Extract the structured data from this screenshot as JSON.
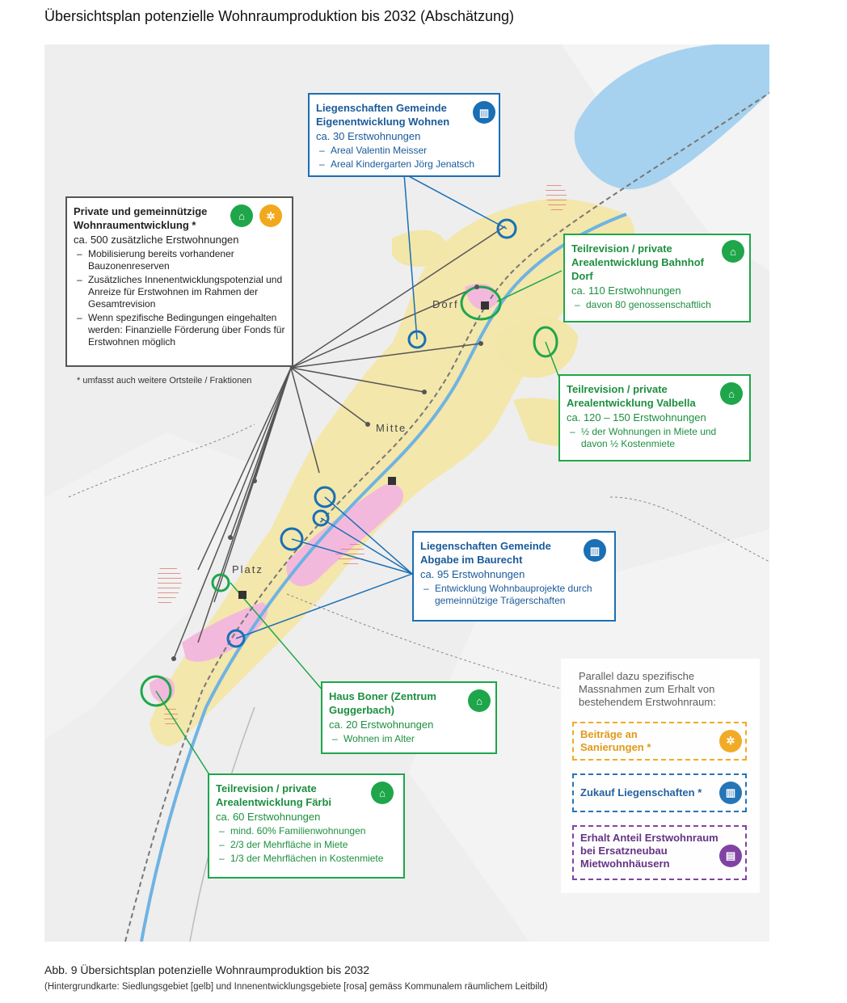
{
  "title": "Übersichtsplan potenzielle Wohnraumproduktion bis 2032 (Abschätzung)",
  "map_labels": {
    "dorf": "Dorf",
    "mitte": "Mitte",
    "platz": "Platz"
  },
  "colors": {
    "settlement": "#f2e6a8",
    "development": "#f3b9dd",
    "lake": "#a6d2ef",
    "river": "#6fb3e2",
    "green": "#1fa64a",
    "blue": "#1a6fb5",
    "gray": "#555555",
    "orange": "#f2a81d",
    "purple": "#7a3aa0"
  },
  "boxes": {
    "private": {
      "title": "Private und gemeinnützige Wohnraumentwicklung *",
      "subtitle": "ca. 500 zusätzliche Erstwohnungen",
      "items": [
        "Mobilisierung bereits vorhandener Bauzonenreserven",
        "Zusätzliches Innenentwicklungspotenzial und Anreize für Erstwohnen im Rahmen der Gesamtrevision",
        "Wenn spezifische Bedingungen eingehalten werden: Finanzielle Förderung über Fonds für Erstwohnen möglich"
      ],
      "note": "* umfasst auch weitere Ortsteile / Fraktionen",
      "icons": [
        "house-icon",
        "renovation-icon"
      ]
    },
    "eigenentwicklung": {
      "title": "Liegenschaften Gemeinde Eigenentwicklung Wohnen",
      "subtitle": "ca. 30 Erstwohnungen",
      "items": [
        "Areal Valentin Meisser",
        "Areal Kindergarten Jörg Jenatsch"
      ],
      "icon": "municipal-building-icon"
    },
    "bahnhof": {
      "title": "Teilrevision / private Arealentwicklung Bahnhof Dorf",
      "subtitle": "ca. 110 Erstwohnungen",
      "items": [
        "davon 80 genossenschaftlich"
      ],
      "icon": "house-icon"
    },
    "valbella": {
      "title": "Teilrevision / private Arealentwicklung Valbella",
      "subtitle": "ca. 120 – 150 Erstwohnungen",
      "items": [
        "½ der Wohnungen in Miete und davon ½ Kostenmiete"
      ],
      "icon": "house-icon"
    },
    "baurecht": {
      "title": "Liegenschaften Gemeinde Abgabe im Baurecht",
      "subtitle": "ca. 95 Erstwohnungen",
      "items": [
        "Entwicklung Wohnbauprojekte durch gemeinnützige Trägerschaften"
      ],
      "icon": "municipal-building-icon"
    },
    "boner": {
      "title": "Haus Boner (Zentrum Guggerbach)",
      "subtitle": "ca. 20 Erstwohnungen",
      "items": [
        "Wohnen im Alter"
      ],
      "icon": "house-icon"
    },
    "faerbi": {
      "title": "Teilrevision / private Arealentwicklung Färbi",
      "subtitle": "ca. 60 Erstwohnungen",
      "items": [
        "mind. 60% Familienwohnungen",
        "2/3 der Mehrfläche in Miete",
        "1/3 der Mehrflächen in Kostenmiete"
      ],
      "icon": "house-icon"
    }
  },
  "parallel": {
    "text": "Parallel dazu spezifische Massnahmen zum Erhalt von bestehendem Erstwohnraum:",
    "items": [
      {
        "label": "Beiträge an Sanierungen *",
        "color": "#f2a81d",
        "icon": "renovation-icon"
      },
      {
        "label": "Zukauf Liegenschaften *",
        "color": "#1a6fb5",
        "icon": "municipal-building-icon"
      },
      {
        "label": "Erhalt Anteil Erstwohnraum bei Ersatzneubau Mietwohnhäusern",
        "color": "#7a3aa0",
        "icon": "document-icon"
      }
    ]
  },
  "caption": "Abb. 9 Übersichtsplan potenzielle Wohnraumproduktion bis 2032",
  "caption_note": "(Hintergrundkarte: Siedlungsgebiet [gelb] und Innenentwicklungsgebiete [rosa] gemäss Kommunalem räumlichem Leitbild)"
}
